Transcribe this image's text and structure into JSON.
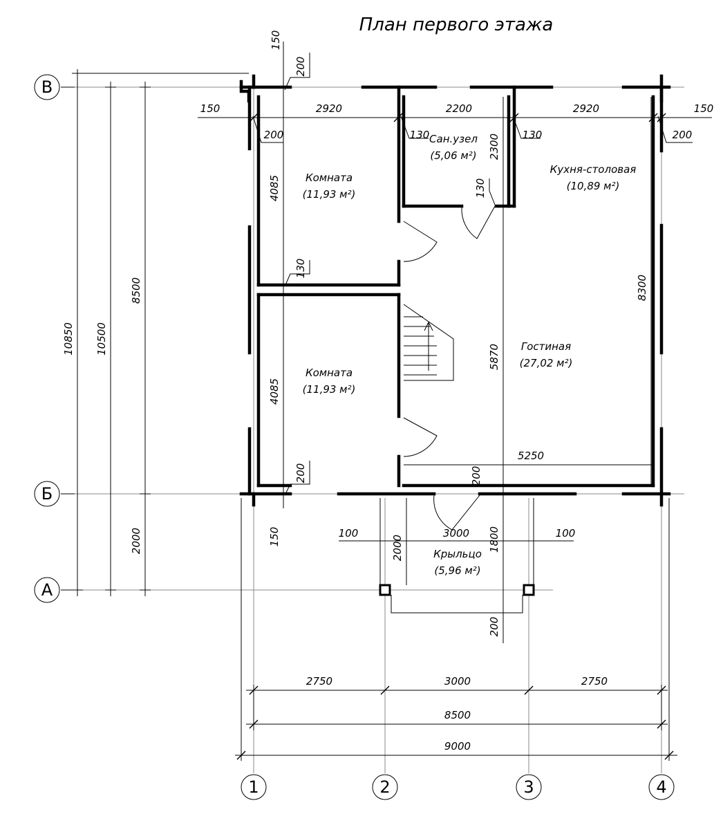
{
  "title": "План первого этажа",
  "rooms": [
    {
      "name": "Комната",
      "area": "(11,93 м²)"
    },
    {
      "name": "Комната",
      "area": "(11,93 м²)"
    },
    {
      "name": "Сан.узел",
      "area": "(5,06 м²)"
    },
    {
      "name": "Кухня-столовая",
      "area": "(10,89 м²)"
    },
    {
      "name": "Гостиная",
      "area": "(27,02 м²)"
    },
    {
      "name": "Крыльцо",
      "area": "(5,96 м²)"
    }
  ],
  "dimensions": {
    "top_150": "150",
    "top_200": "200",
    "left_150": "150",
    "w_2920_left": "2920",
    "w_2200": "2200",
    "w_2920_right": "2920",
    "right_150": "150",
    "left_200": "200",
    "right_200": "200",
    "wall_130_a": "130",
    "wall_130_b": "130",
    "wall_130_c": "130",
    "wall_130_d": "130",
    "h_2300": "2300",
    "h_4085_top": "4085",
    "h_4085_bottom": "4085",
    "h_5870": "5870",
    "h_8300": "8300",
    "h_8500": "8500",
    "h_10500": "10500",
    "h_10850": "10850",
    "h_2000": "2000",
    "w_5250": "5250",
    "bot_200_a": "200",
    "bot_200_b": "200",
    "bot_150": "150",
    "porch_100_l": "100",
    "porch_3000": "3000",
    "porch_100_r": "100",
    "porch_2000": "2000",
    "porch_1800": "1800",
    "porch_200": "200",
    "b_2750_l": "2750",
    "b_3000": "3000",
    "b_2750_r": "2750",
    "b_8500": "8500",
    "b_9000": "9000"
  },
  "axes": {
    "rows": [
      "В",
      "Б",
      "А"
    ],
    "cols": [
      "1",
      "2",
      "3",
      "4"
    ]
  }
}
